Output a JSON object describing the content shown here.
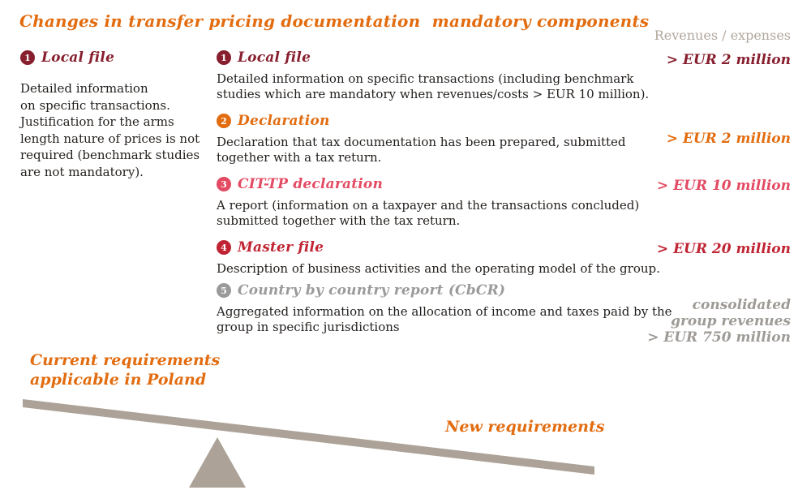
{
  "title": "Changes in transfer pricing documentation  mandatory components",
  "right_header": "Revenues / expenses",
  "left_panel": {
    "number": "1",
    "heading": "Local file",
    "body": "Detailed information\non specific transactions.\nJustification for the arms\nlength nature of prices is not\nrequired (benchmark studies\nare not mandatory)."
  },
  "items": [
    {
      "number": "1",
      "heading": "Local file",
      "body": "Detailed information on specific transactions (including benchmark\nstudies which are mandatory when revenues/costs > EUR 10 million).",
      "threshold": "> EUR 2 million"
    },
    {
      "number": "2",
      "heading": "Declaration",
      "body": "Declaration that tax documentation has been prepared, submitted\ntogether with a tax return.",
      "threshold": "> EUR 2 million"
    },
    {
      "number": "3",
      "heading": "CIT-TP declaration",
      "body": "A report (information on a taxpayer and the transactions concluded)\nsubmitted together with the tax return.",
      "threshold": "> EUR 10 million"
    },
    {
      "number": "4",
      "heading": "Master file",
      "body": "Description of business activities and the operating model of the group.",
      "threshold": "> EUR 20 million"
    },
    {
      "number": "5",
      "heading": "Country by country report (CbCR)",
      "body": "Aggregated information on the allocation of income and taxes paid by the\ngroup in specific jurisdictions",
      "threshold": "consolidated\ngroup revenues\n> EUR 750 million"
    }
  ],
  "labels": {
    "current": "Current requirements\napplicable in Poland",
    "new": "New requirements"
  },
  "colors": {
    "title_orange": "#e26c0f",
    "maroon": "#871f2e",
    "orange": "#e26c0f",
    "pink": "#e34b63",
    "red": "#c02433",
    "gray": "#9a9a9a",
    "muted_tan": "#b1a79e",
    "beam_taupe": "#aca298",
    "body_text": "#221e1b"
  }
}
